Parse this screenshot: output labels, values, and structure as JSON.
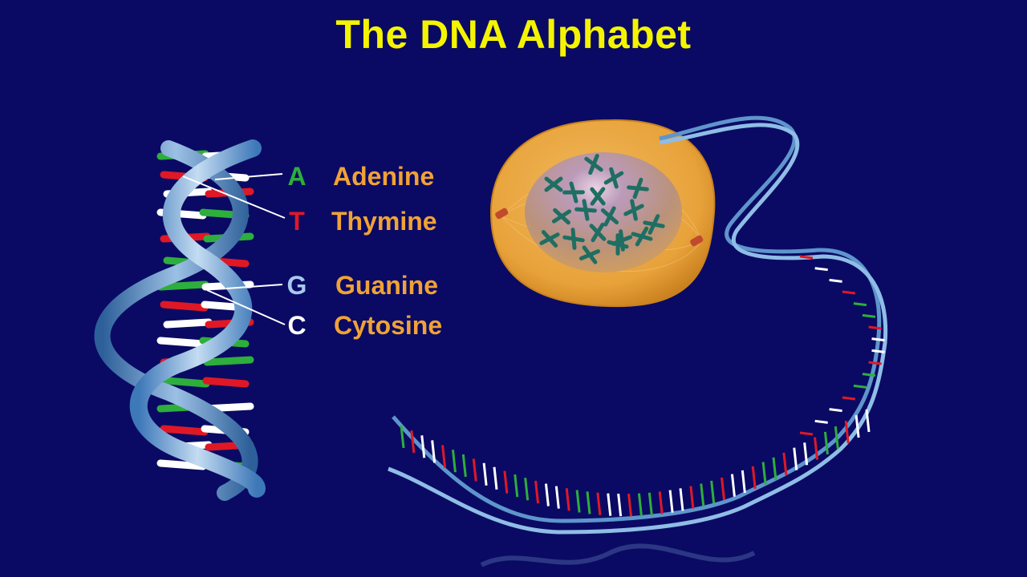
{
  "slide": {
    "title": "The DNA Alphabet"
  },
  "legend": [
    {
      "letter": "A",
      "name": "Adenine",
      "color": "#2eae3c"
    },
    {
      "letter": "T",
      "name": "Thymine",
      "color": "#e01826"
    },
    {
      "letter": "G",
      "name": "Guanine",
      "color": "#a8c8ee"
    },
    {
      "letter": "C",
      "name": "Cytosine",
      "color": "#ffffff"
    }
  ],
  "colors": {
    "background": "#0a0a64",
    "title": "#f4f400",
    "label": "#f0a236",
    "backbone": "#6fa6d6",
    "cell": "#e8a63e",
    "nucleus": "#c49a8c",
    "chromosome": "#1f6e62"
  }
}
